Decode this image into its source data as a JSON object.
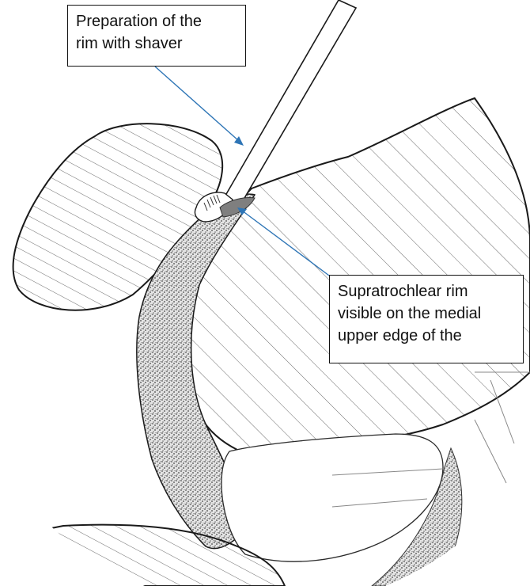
{
  "callouts": {
    "shaver": {
      "lines": [
        "Preparation of the",
        "rim with shaver"
      ]
    },
    "rim": {
      "lines": [
        "Supratrochlear rim",
        "visible on the medial",
        "upper edge of the"
      ]
    }
  },
  "colors": {
    "leader": "#2E75B6",
    "outline": "#1a1a1a",
    "hatch": "#6b6b6b",
    "stipple": "#8a8a8a",
    "rim_highlight": "#7f7f7f"
  }
}
